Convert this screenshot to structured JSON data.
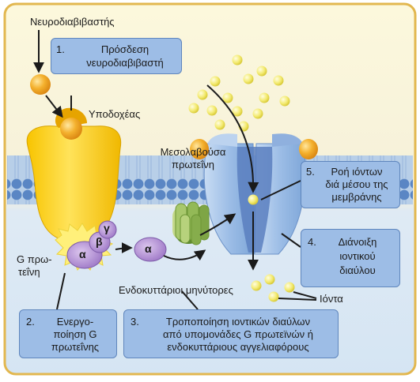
{
  "labels": {
    "neurotransmitter": "Νευροδιαβιβαστής",
    "receptor": "Υποδοχέας",
    "mediator_line1": "Μεσολαβούσα",
    "mediator_line2": "πρωτεΐνη",
    "g_protein_line1": "G πρω-",
    "g_protein_line2": "τεΐνη",
    "alpha": "α",
    "beta": "β",
    "gamma": "γ",
    "intracellular_messengers": "Ενδοκυττάριοι μηνύτορες",
    "ions": "Ιόντα"
  },
  "steps": [
    {
      "num": "1.",
      "line1": "Πρόσδεση",
      "line2": "νευροδιαβιβαστή"
    },
    {
      "num": "2.",
      "line1": "Ενεργο-",
      "line2": "ποίηση G",
      "line3": "πρωτεΐνης"
    },
    {
      "num": "3.",
      "line1": "Τροποποίηση ιοντικών διαύλων",
      "line2": "από υπομονάδες G πρωτεϊνών ή",
      "line3": "ενδοκυττάριους αγγελιαφόρους"
    },
    {
      "num": "4.",
      "line1": "Διάνοιξη",
      "line2": "ιοντικού",
      "line3": "διαύλου"
    },
    {
      "num": "5.",
      "line1": "Ροή ιόντων",
      "line2": "διά μέσου της",
      "line3": "μεμβράνης"
    }
  ],
  "colors": {
    "frame_border": "#e2b74f",
    "background_top": "#fbf6d6",
    "background_bottom": "#dbe9f5",
    "membrane_head": "#5b87c5",
    "receptor_yellow": "#ffd21f",
    "ligand_orange": "#f3a620",
    "g_protein_purple": "#b08ad0",
    "mediator_green": "#92b85a",
    "channel_blue": "#a9c8ee",
    "ion_yellow": "#f4ea6a",
    "box_fill": "#9dbde6"
  }
}
